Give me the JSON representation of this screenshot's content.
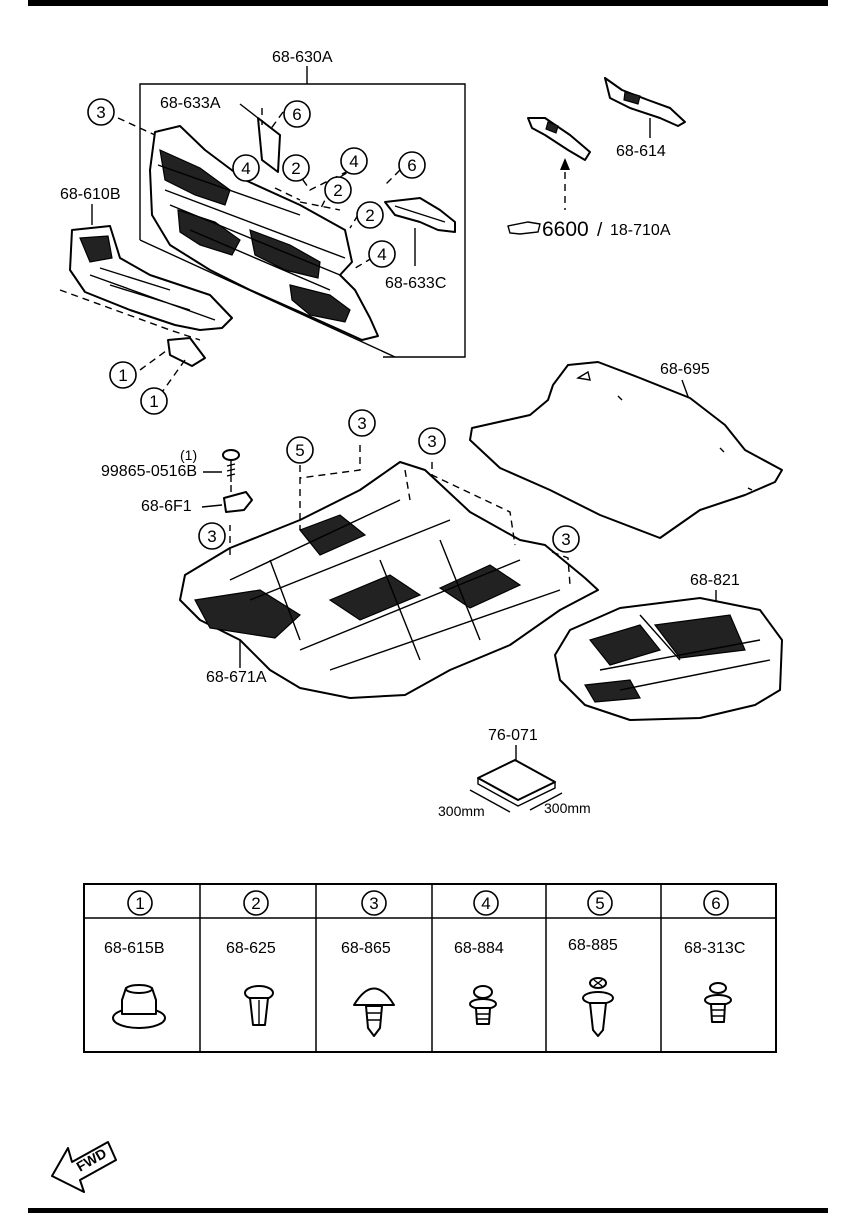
{
  "callouts": {
    "p68_630A": "68-630A",
    "p68_633A": "68-633A",
    "p68_610B": "68-610B",
    "p68_633C": "68-633C",
    "p68_614": "68-614",
    "ref_6600": "6600",
    "ref_sep": "/",
    "ref_18_710A": "18-710A",
    "p68_695": "68-695",
    "qty_1": "(1)",
    "p99865": "99865-0516B",
    "p68_6F1": "68-6F1",
    "p68_671A": "68-671A",
    "p68_821": "68-821",
    "p76_071": "76-071",
    "dim_left": "300mm",
    "dim_right": "300mm"
  },
  "circles": {
    "c1": "1",
    "c2": "2",
    "c3": "3",
    "c4": "4",
    "c5": "5",
    "c6": "6"
  },
  "legend": {
    "headers": [
      "1",
      "2",
      "3",
      "4",
      "5",
      "6"
    ],
    "parts": [
      "68-615B",
      "68-625",
      "68-865",
      "68-884",
      "68-885",
      "68-313C"
    ]
  },
  "fwd_label": "FWD"
}
